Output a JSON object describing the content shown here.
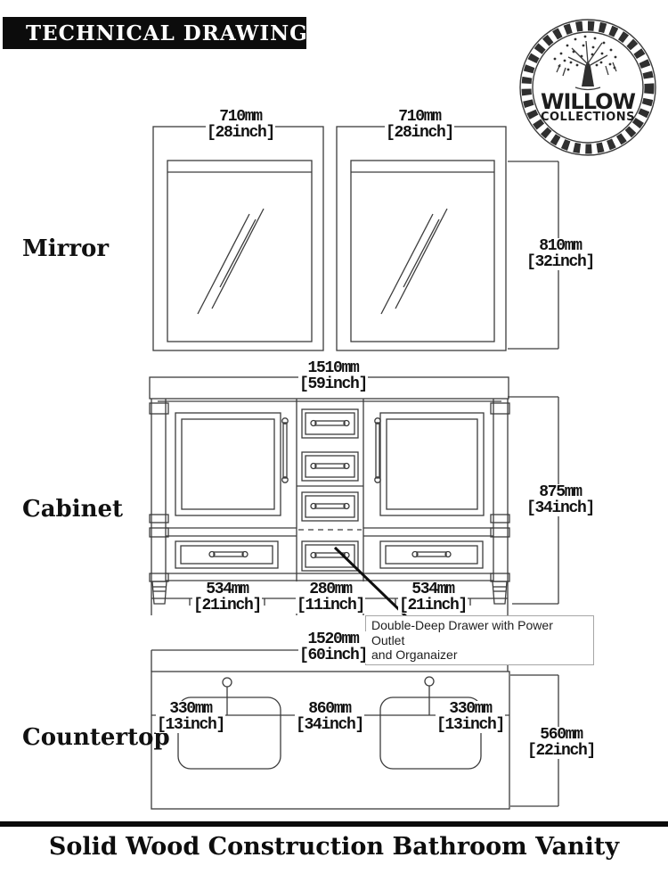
{
  "header": {
    "title": "TECHNICAL DRAWING"
  },
  "logo": {
    "name": "WILLOW",
    "subtitle": "COLLECTIONS"
  },
  "mirror": {
    "label": "Mirror",
    "left_width_mm": "710mm",
    "left_width_in": "[28inch]",
    "right_width_mm": "710mm",
    "right_width_in": "[28inch]",
    "height_mm": "810mm",
    "height_in": "[32inch]"
  },
  "cabinet": {
    "label": "Cabinet",
    "width_mm": "1510mm",
    "width_in": "[59inch]",
    "height_mm": "875mm",
    "height_in": "[34inch]",
    "left_section_mm": "534mm",
    "left_section_in": "[21inch]",
    "center_section_mm": "280mm",
    "center_section_in": "[11inch]",
    "right_section_mm": "534mm",
    "right_section_in": "[21inch]",
    "callout": {
      "line1": "Double-Deep Drawer with Power Outlet",
      "line2": "and Organaizer"
    }
  },
  "countertop": {
    "label": "Countertop",
    "width_mm": "1520mm",
    "width_in": "[60inch]",
    "depth_mm": "560mm",
    "depth_in": "[22inch]",
    "left_sink_mm": "330mm",
    "left_sink_in": "[13inch]",
    "center_mm": "860mm",
    "center_in": "[34inch]",
    "right_sink_mm": "330mm",
    "right_sink_in": "[13inch]"
  },
  "footer": {
    "title": "Solid Wood Construction Bathroom Vanity"
  },
  "colors": {
    "line": "#3c3c3c",
    "text": "#111111",
    "header_bg": "#0c0c0c",
    "header_text": "#ffffff",
    "callout_border": "#a6a6a6",
    "footer_rule": "#0b0b0b"
  }
}
